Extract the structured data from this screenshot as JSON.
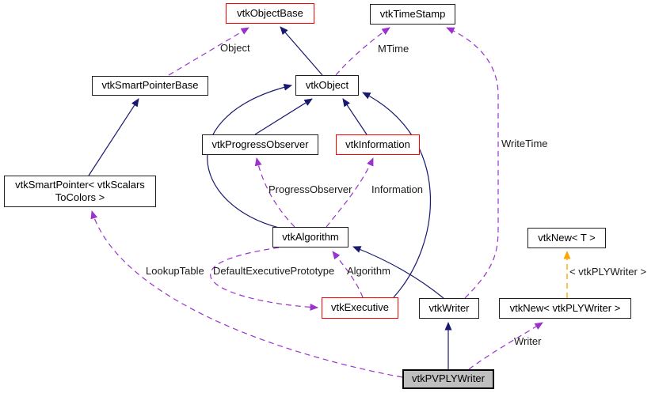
{
  "diagram": {
    "kind": "class-collaboration-graph",
    "main_class": "vtkPVPLYWriter",
    "colors": {
      "inheritance_edge": "#191970",
      "usage_edge": "#9a32cd",
      "template_edge": "#ffa500",
      "truncated_node_border": "#ff0000",
      "main_node_fill": "#bfbfbf",
      "node_border": "#1f1f1f",
      "background": "#ffffff"
    },
    "nodes": [
      {
        "label": "vtkObjectBase",
        "style": "red-outline"
      },
      {
        "label": "vtkTimeStamp",
        "style": "normal"
      },
      {
        "label": "vtkSmartPointerBase",
        "style": "normal"
      },
      {
        "label": "vtkObject",
        "style": "normal"
      },
      {
        "label": "vtkProgressObserver",
        "style": "normal"
      },
      {
        "label": "vtkInformation",
        "style": "red-outline"
      },
      {
        "label": "vtkSmartPointer< vtkScalars ToColors >",
        "style": "normal"
      },
      {
        "label": "vtkAlgorithm",
        "style": "normal"
      },
      {
        "label": "vtkNew< T >",
        "style": "normal"
      },
      {
        "label": "vtkExecutive",
        "style": "red-outline"
      },
      {
        "label": "vtkWriter",
        "style": "normal"
      },
      {
        "label": "vtkNew< vtkPLYWriter >",
        "style": "normal"
      },
      {
        "label": "vtkPVPLYWriter",
        "style": "main-gray"
      }
    ],
    "edges": [
      {
        "from": "vtkObject",
        "to": "vtkObjectBase",
        "relation": "inheritance",
        "label": ""
      },
      {
        "from": "vtkSmartPointer< vtkScalarsToColors >",
        "to": "vtkSmartPointerBase",
        "relation": "inheritance",
        "label": ""
      },
      {
        "from": "vtkProgressObserver",
        "to": "vtkObject",
        "relation": "inheritance",
        "label": ""
      },
      {
        "from": "vtkInformation",
        "to": "vtkObject",
        "relation": "inheritance",
        "label": ""
      },
      {
        "from": "vtkAlgorithm",
        "to": "vtkObject",
        "relation": "inheritance",
        "label": ""
      },
      {
        "from": "vtkExecutive",
        "to": "vtkObject",
        "relation": "inheritance",
        "label": ""
      },
      {
        "from": "vtkWriter",
        "to": "vtkAlgorithm",
        "relation": "inheritance",
        "label": ""
      },
      {
        "from": "vtkPVPLYWriter",
        "to": "vtkWriter",
        "relation": "inheritance",
        "label": ""
      },
      {
        "from": "vtkSmartPointerBase",
        "to": "vtkObjectBase",
        "relation": "usage",
        "label": "Object"
      },
      {
        "from": "vtkObject",
        "to": "vtkTimeStamp",
        "relation": "usage",
        "label": "MTime"
      },
      {
        "from": "vtkWriter",
        "to": "vtkTimeStamp",
        "relation": "usage",
        "label": "WriteTime"
      },
      {
        "from": "vtkAlgorithm",
        "to": "vtkProgressObserver",
        "relation": "usage",
        "label": "ProgressObserver"
      },
      {
        "from": "vtkAlgorithm",
        "to": "vtkInformation",
        "relation": "usage",
        "label": "Information"
      },
      {
        "from": "vtkAlgorithm",
        "to": "vtkExecutive",
        "relation": "usage",
        "label": "DefaultExecutivePrototype"
      },
      {
        "from": "vtkExecutive",
        "to": "vtkAlgorithm",
        "relation": "usage",
        "label": "Algorithm"
      },
      {
        "from": "vtkPVPLYWriter",
        "to": "vtkSmartPointer< vtkScalarsToColors >",
        "relation": "usage",
        "label": "LookupTable"
      },
      {
        "from": "vtkPVPLYWriter",
        "to": "vtkNew< vtkPLYWriter >",
        "relation": "usage",
        "label": "Writer"
      },
      {
        "from": "vtkNew< vtkPLYWriter >",
        "to": "vtkNew< T >",
        "relation": "template-instantiation",
        "label": "< vtkPLYWriter >"
      }
    ]
  }
}
